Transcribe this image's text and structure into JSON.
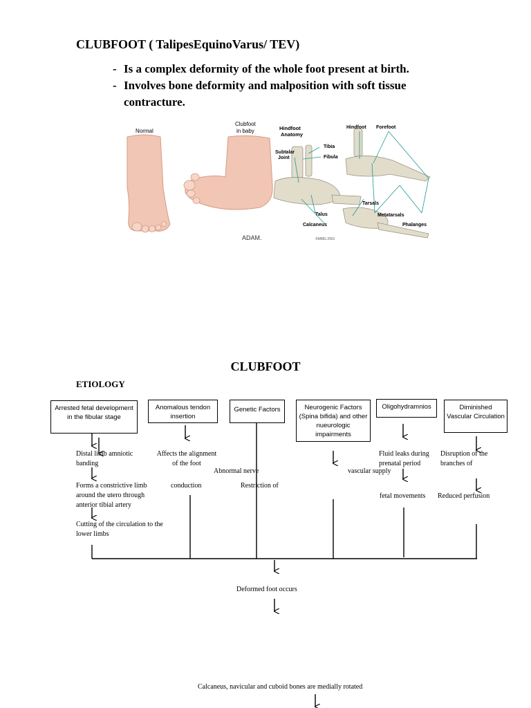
{
  "header": {
    "title": "CLUBFOOT ( TalipesEquinoVarus/ TEV)",
    "bullets": [
      "Is a complex deformity of the whole foot present at birth.",
      "Involves bone deformity and malposition with soft tissue contracture."
    ]
  },
  "figure": {
    "label_normal": "Normal",
    "label_clubfoot_1": "Clubfoot",
    "label_clubfoot_2": "in baby",
    "label_hindfoot_anatomy_1": "Hindfoot",
    "label_hindfoot_anatomy_2": "Anatomy",
    "label_subtalar_1": "Subtalar",
    "label_subtalar_2": "Joint",
    "label_tibia": "Tibia",
    "label_fibula": "Fibula",
    "label_talus": "Talus",
    "label_calcaneus": "Calcaneus",
    "label_hindfoot": "Hindfoot",
    "label_forefoot": "Forefoot",
    "label_tarsals": "Tarsals",
    "label_metatarsals": "Metatarsals",
    "label_phalanges": "Phalanges",
    "logo": "ADAM.",
    "copyright": "©MMG 2001"
  },
  "section_title": "CLUBFOOT",
  "etiology_label": "ETIOLOGY",
  "causes": {
    "c1": "Arrested fetal development in the fibular stage",
    "c2": "Anomalous tendon insertion",
    "c3": "Genetic Factors",
    "c4": "Neurogenic Factors (Spina bifida) and other nueurologic impairments",
    "c5": "Oligohydramnios",
    "c6": "Diminished Vascular Circulation"
  },
  "notes": {
    "distal_limb": "Distal limb amniotic banding",
    "affects_alignment": "Affects the alignment of the foot",
    "abnormal_nerve": "Abnormal nerve",
    "conduction": "conduction",
    "restriction_of": "Restriction of",
    "fluid_leaks": "Fluid leaks during prenatal period",
    "vascular_supply": "vascular supply",
    "fetal_movements": "fetal movements",
    "disruption": "Disruption of the branches of",
    "reduced_perfusion": "Reduced perfusion",
    "constrictive": "Forms a constrictive limb around the utero through anterior tibial artery",
    "cutting": "Cutting of the circulation to the lower limbs"
  },
  "outcomes": {
    "deformed": "Deformed foot occurs",
    "rotated": "Calcaneus, navicular and cuboid bones are medially rotated"
  },
  "colors": {
    "skin": "#f2c6b4",
    "bone": "#e2dccb",
    "leader": "#1a9a96"
  }
}
